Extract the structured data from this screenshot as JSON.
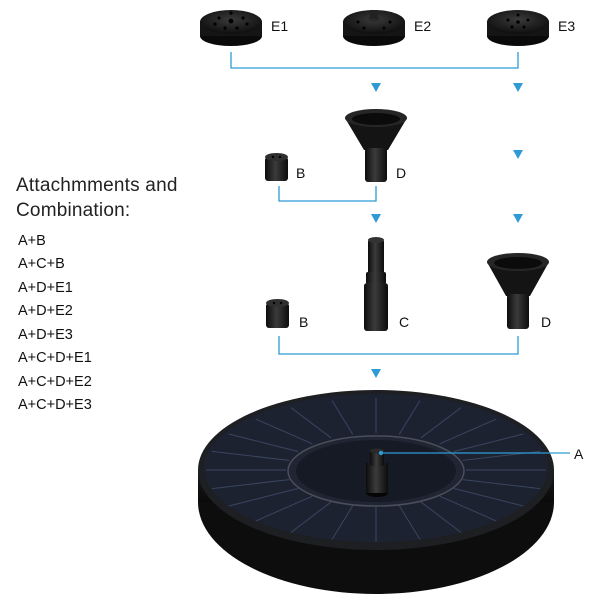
{
  "heading": {
    "line1": "Attachmments and",
    "line2": "Combination:"
  },
  "combinations": [
    "A+B",
    "A+C+B",
    "A+D+E1",
    "A+D+E2",
    "A+D+E3",
    "A+C+D+E1",
    "A+C+D+E2",
    "A+C+D+E3"
  ],
  "part_labels": {
    "e1": "E1",
    "e2": "E2",
    "e3": "E3",
    "b_top": "B",
    "d_top": "D",
    "b_bottom": "B",
    "c": "C",
    "d_right": "D",
    "a": "A"
  },
  "colors": {
    "connector": "#2e9bd6",
    "part": "#1b1b1b",
    "panel": "#1c2230"
  }
}
